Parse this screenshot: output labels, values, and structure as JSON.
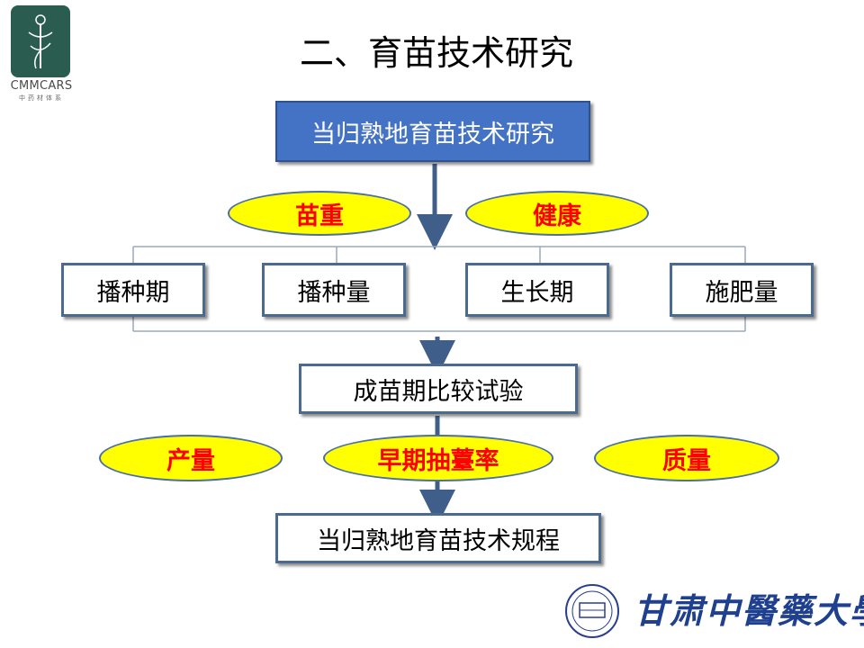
{
  "logo": {
    "name": "CMMCARS",
    "subtitle": "中药材体系"
  },
  "title": "二、育苗技术研究",
  "top_box": "当归熟地育苗技术研究",
  "ovals_top": [
    "苗重",
    "健康"
  ],
  "factors": [
    "播种期",
    "播种量",
    "生长期",
    "施肥量"
  ],
  "middle_box": "成苗期比较试验",
  "ovals_bottom": [
    "产量",
    "早期抽薹率",
    "质量"
  ],
  "bottom_box": "当归熟地育苗技术规程",
  "university": "甘肃中醫藥大學",
  "colors": {
    "top_box_fill": "#4472c4",
    "oval_fill": "#ffff00",
    "oval_text": "#ff0000",
    "arrow": "#3f5f8a",
    "logo_green": "#2a5d4f",
    "university_blue": "#1f3f8f"
  }
}
